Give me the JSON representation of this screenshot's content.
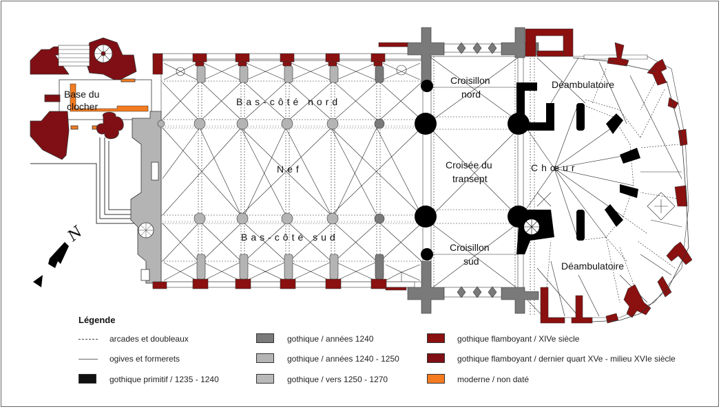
{
  "plan": {
    "labels": {
      "base_clocher_1": "Base du",
      "base_clocher_2": "clocher",
      "bas_cote_nord": "Bas-côté nord",
      "nef": "Nef",
      "bas_cote_sud": "Bas-côté sud",
      "croisillon_nord_1": "Croisillon",
      "croisillon_nord_2": "nord",
      "croisee_1": "Croisée du",
      "croisee_2": "transept",
      "croisillon_sud_1": "Croisillon",
      "croisillon_sud_2": "sud",
      "choeur": "Chœur",
      "deambulatoire_nord": "Déambulatoire",
      "deambulatoire_sud": "Déambulatoire"
    },
    "colors": {
      "gothique_primitif": "#000000",
      "gothique_1240": "#7a7a7a",
      "gothique_1240_1250": "#b4b4b4",
      "gothique_1250_1270": "#b9b9b9",
      "flamboyant_xive": "#8b1010",
      "flamboyant_xve_xvie": "#7f0f14",
      "moderne": "#f47b20"
    },
    "compass": {
      "north_letter": "N"
    }
  },
  "legend": {
    "title": "Légende",
    "items": [
      {
        "type": "line",
        "style": "dashed",
        "label": "arcades et doubleaux"
      },
      {
        "type": "line",
        "style": "thin",
        "label": "ogives et formerets"
      },
      {
        "type": "swatch",
        "color": "#111111",
        "label": "gothique primitif / 1235 - 1240"
      },
      {
        "type": "swatch",
        "color": "#7a7a7a",
        "label": "gothique / années 1240"
      },
      {
        "type": "swatch",
        "color": "#b4b4b4",
        "label": "gothique / années 1240 - 1250"
      },
      {
        "type": "swatch",
        "color": "#b9b9b9",
        "label": "gothique / vers 1250 - 1270"
      },
      {
        "type": "swatch",
        "color": "#8b1010",
        "label": "gothique flamboyant / XIVe siècle"
      },
      {
        "type": "swatch",
        "color": "#7f0f14",
        "label": "gothique flamboyant / dernier quart XVe - milieu XVIe siècle"
      },
      {
        "type": "swatch",
        "color": "#f47b20",
        "label": "moderne / non daté"
      }
    ]
  }
}
